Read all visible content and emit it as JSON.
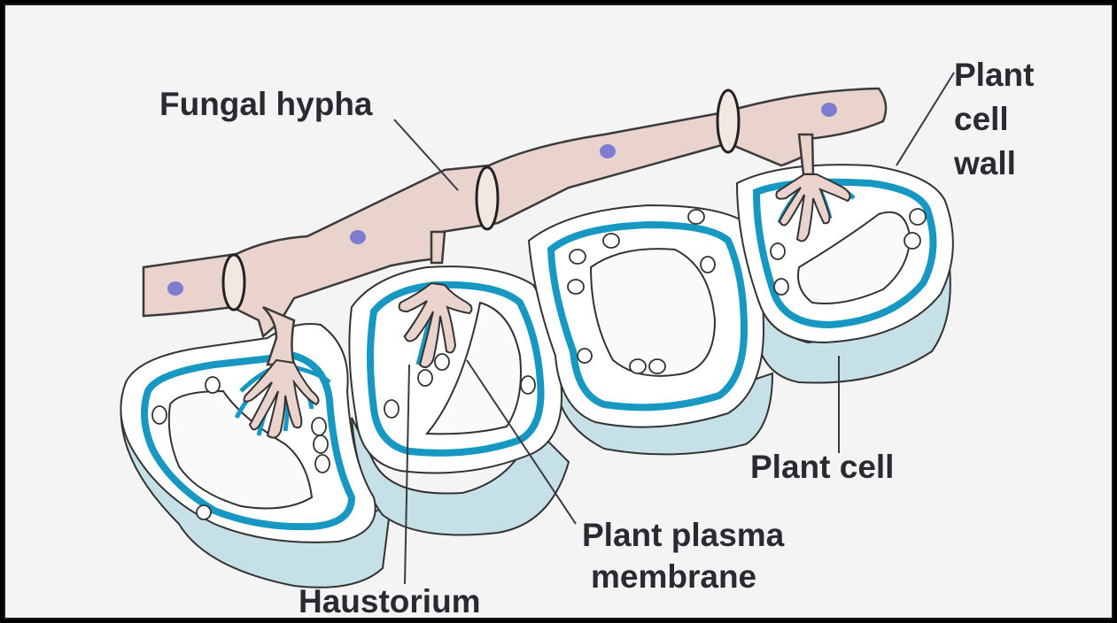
{
  "labels": {
    "fungal_hypha": "Fungal hypha",
    "plant_cell_wall": [
      "Plant",
      "cell",
      "wall"
    ],
    "plant_cell": "Plant cell",
    "plant_plasma_membrane": [
      "Plant plasma",
      "membrane"
    ],
    "haustorium": "Haustorium"
  },
  "colors": {
    "hypha": "#e9d3cc",
    "nucleus": "#7c7cd0",
    "membrane": "#1698c2",
    "cell_side": "#c5e0e6",
    "background": "#f4f4f4"
  }
}
